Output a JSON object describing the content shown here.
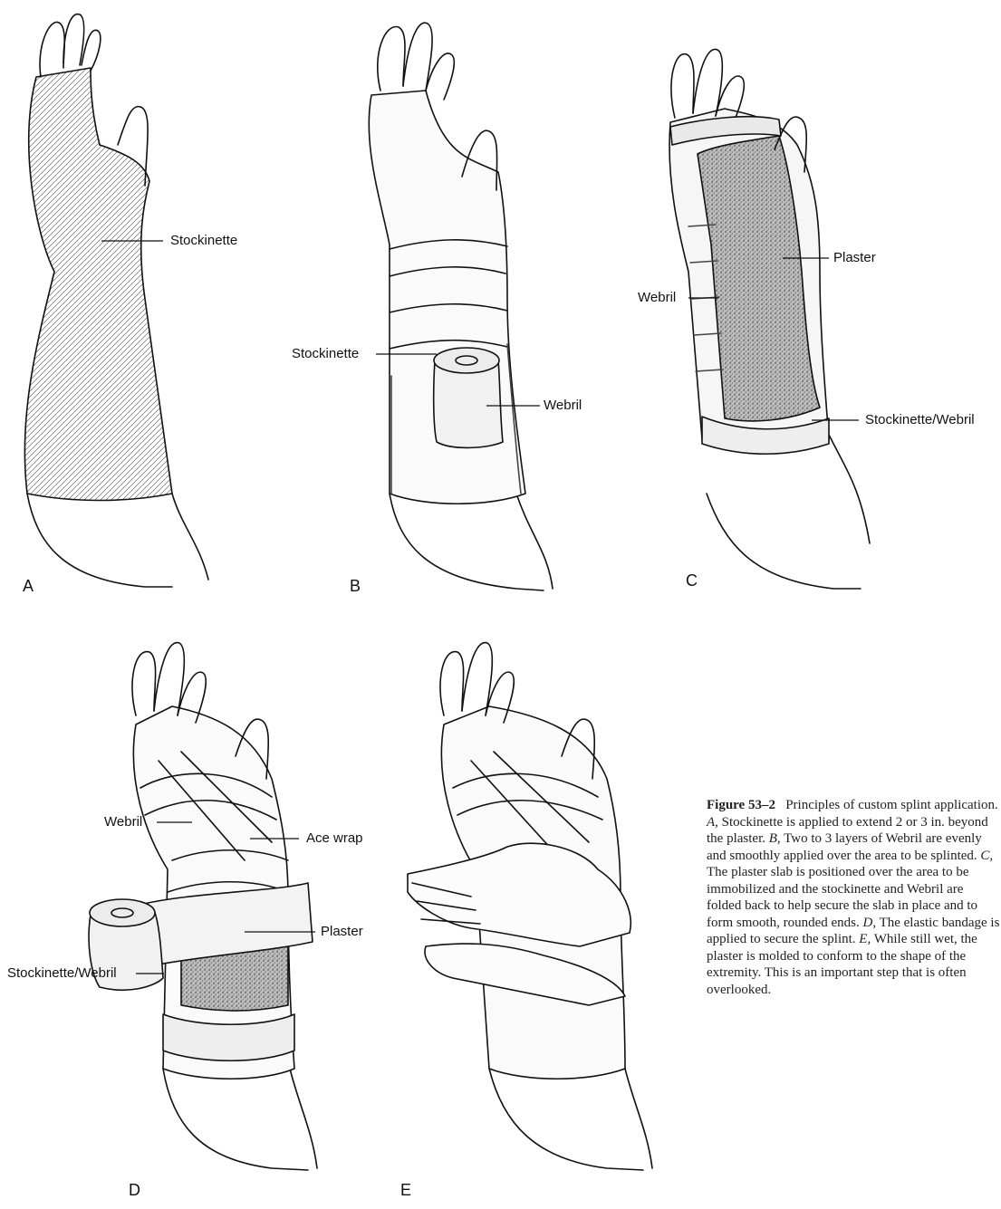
{
  "panels": [
    {
      "letter": "A",
      "labels": [
        "Stockinette"
      ]
    },
    {
      "letter": "B",
      "labels": [
        "Stockinette",
        "Webril"
      ]
    },
    {
      "letter": "C",
      "labels": [
        "Webril",
        "Plaster",
        "Stockinette/Webril"
      ]
    },
    {
      "letter": "D",
      "labels": [
        "Webril",
        "Ace wrap",
        "Plaster",
        "Stockinette/Webril"
      ]
    },
    {
      "letter": "E",
      "labels": []
    }
  ],
  "caption": {
    "figure_number": "Figure 53–2",
    "title": "Principles of custom splint application.",
    "part_a_letter": "A,",
    "part_a": "Stockinette is applied to extend 2 or 3 in. beyond the plaster.",
    "part_b_letter": "B,",
    "part_b": "Two to 3 layers of Webril are evenly and smoothly applied over the area to be splinted.",
    "part_c_letter": "C,",
    "part_c": "The plaster slab is positioned over the area to be immobilized and the stockinette and Webril are folded back to help secure the slab in place and to form smooth, rounded ends.",
    "part_d_letter": "D,",
    "part_d": "The elastic bandage is applied to secure the splint.",
    "part_e_letter": "E,",
    "part_e": "While still wet, the plaster is molded to conform to the shape of the extremity. This is an important step that is often overlooked."
  },
  "colors": {
    "ink": "#111111",
    "plaster": "#9a9a9a",
    "paper": "#ffffff"
  }
}
